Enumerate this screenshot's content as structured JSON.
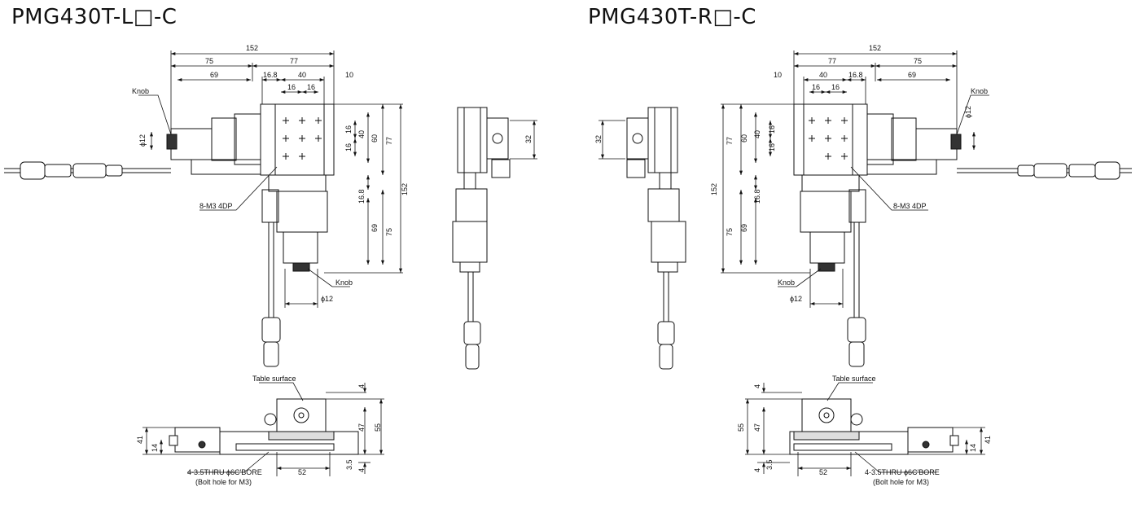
{
  "titles": {
    "left": "PMG430T-L□-C",
    "right": "PMG430T-R□-C"
  },
  "dims": {
    "d152": "152",
    "d75": "75",
    "d77": "77",
    "d69": "69",
    "d16_8": "16.8",
    "d40": "40",
    "d16": "16",
    "d10": "10",
    "d60": "60",
    "d32": "32",
    "phi12": "ϕ12",
    "d41": "41",
    "d14": "14",
    "d47": "47",
    "d55": "55",
    "d4": "4",
    "d3_5": "3.5",
    "d52": "52"
  },
  "labels": {
    "knob": "Knob",
    "m3": "8-M3 4DP",
    "table_surface": "Table surface",
    "thru": "4-3.5THRU ϕ6C'BORE",
    "bolt": "(Bolt hole for M3)"
  }
}
